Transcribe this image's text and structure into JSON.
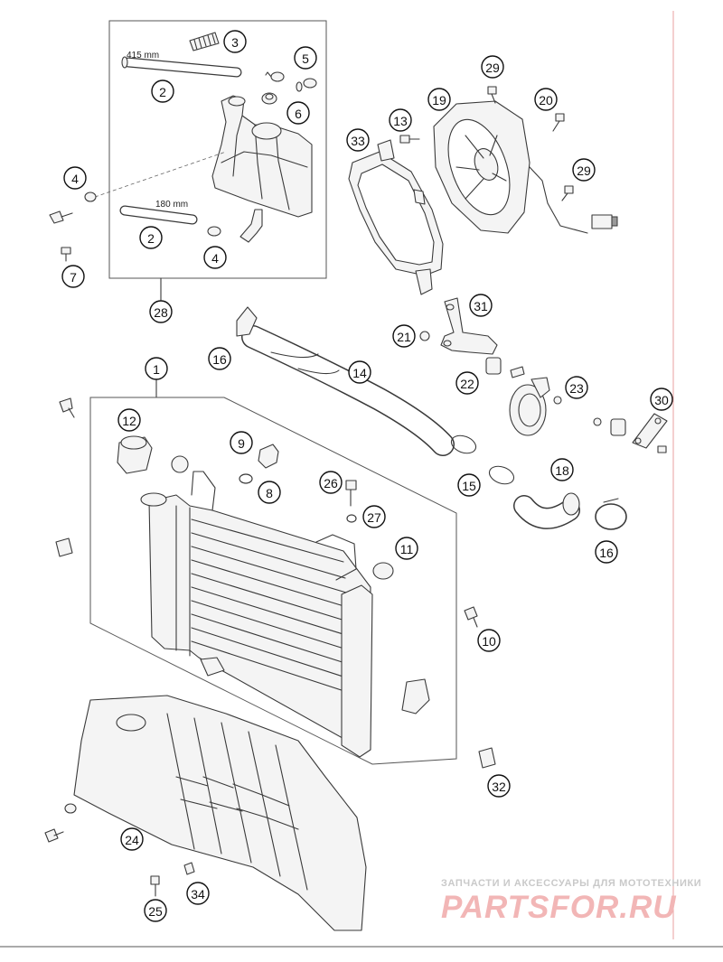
{
  "diagram": {
    "callouts": [
      {
        "id": "c3",
        "label": "3"
      },
      {
        "id": "c2a",
        "label": "2"
      },
      {
        "id": "c5",
        "label": "5"
      },
      {
        "id": "c6",
        "label": "6"
      },
      {
        "id": "c4a",
        "label": "4"
      },
      {
        "id": "c2b",
        "label": "2"
      },
      {
        "id": "c4b",
        "label": "4"
      },
      {
        "id": "c7",
        "label": "7"
      },
      {
        "id": "c28",
        "label": "28"
      },
      {
        "id": "c29a",
        "label": "29"
      },
      {
        "id": "c19",
        "label": "19"
      },
      {
        "id": "c20",
        "label": "20"
      },
      {
        "id": "c13",
        "label": "13"
      },
      {
        "id": "c33",
        "label": "33"
      },
      {
        "id": "c29b",
        "label": "29"
      },
      {
        "id": "c31",
        "label": "31"
      },
      {
        "id": "c21",
        "label": "21"
      },
      {
        "id": "c16a",
        "label": "16"
      },
      {
        "id": "c1",
        "label": "1"
      },
      {
        "id": "c14",
        "label": "14"
      },
      {
        "id": "c22",
        "label": "22"
      },
      {
        "id": "c23",
        "label": "23"
      },
      {
        "id": "c30",
        "label": "30"
      },
      {
        "id": "c12",
        "label": "12"
      },
      {
        "id": "c9",
        "label": "9"
      },
      {
        "id": "c8",
        "label": "8"
      },
      {
        "id": "c26",
        "label": "26"
      },
      {
        "id": "c27",
        "label": "27"
      },
      {
        "id": "c11",
        "label": "11"
      },
      {
        "id": "c15",
        "label": "15"
      },
      {
        "id": "c18",
        "label": "18"
      },
      {
        "id": "c16b",
        "label": "16"
      },
      {
        "id": "c10",
        "label": "10"
      },
      {
        "id": "c32",
        "label": "32"
      },
      {
        "id": "c24",
        "label": "24"
      },
      {
        "id": "c34",
        "label": "34"
      },
      {
        "id": "c25",
        "label": "25"
      }
    ],
    "dimensions": {
      "hose_long": "415 mm",
      "hose_short": "180 mm"
    }
  },
  "watermark": {
    "tagline": "ЗАПЧАСТИ И АКСЕССУАРЫ ДЛЯ МОТОТЕХНИКИ",
    "brand": "PARTSFOR.RU"
  },
  "colors": {
    "line": "#3a3a3a",
    "margin_rule": "#e8a0a0",
    "watermark_brand": "#f2b6b6"
  }
}
